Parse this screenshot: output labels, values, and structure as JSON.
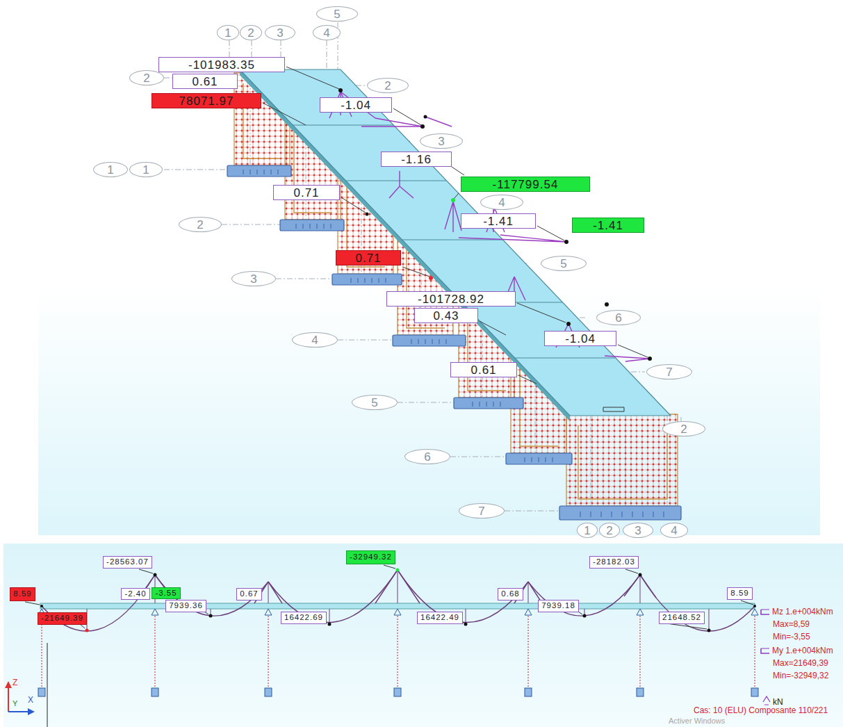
{
  "diagram": {
    "nodes": [
      {
        "text": [
          "5"
        ]
      },
      {
        "text": [
          "1"
        ]
      },
      {
        "text": [
          "2"
        ]
      },
      {
        "text": [
          "3"
        ]
      },
      {
        "text": [
          "4"
        ]
      },
      {
        "text": [
          "-101983.35"
        ]
      },
      {
        "text": [
          "2"
        ]
      },
      {
        "text": [
          "0.61"
        ]
      },
      {
        "text": [
          "2"
        ]
      },
      {
        "text": [
          "78071.97"
        ]
      },
      {
        "text": [
          "-1.04"
        ]
      },
      {
        "text": [
          "3"
        ]
      },
      {
        "text": [
          "-1.16"
        ]
      },
      {
        "text": [
          "1"
        ]
      },
      {
        "text": [
          "1"
        ]
      },
      {
        "text": [
          "-117799.54"
        ]
      },
      {
        "text": [
          "0.71"
        ]
      },
      {
        "text": [
          "4"
        ]
      },
      {
        "text": [
          "-1.41"
        ]
      },
      {
        "text": [
          "2"
        ]
      },
      {
        "text": [
          "-1.41"
        ]
      },
      {
        "text": [
          "0.71"
        ]
      },
      {
        "text": [
          "5"
        ]
      },
      {
        "text": [
          "3"
        ]
      },
      {
        "text": [
          "-101728.92"
        ]
      },
      {
        "text": [
          "0.43"
        ]
      },
      {
        "text": [
          "6"
        ]
      },
      {
        "text": [
          "-1.04"
        ]
      },
      {
        "text": [
          "4"
        ]
      },
      {
        "text": [
          "0.61"
        ]
      },
      {
        "text": [
          "7"
        ]
      },
      {
        "text": [
          "5"
        ]
      },
      {
        "text": [
          "2"
        ]
      },
      {
        "text": [
          "6"
        ]
      },
      {
        "text": [
          "7"
        ]
      },
      {
        "text": [
          "1"
        ]
      },
      {
        "text": [
          "2"
        ]
      },
      {
        "text": [
          "3"
        ]
      },
      {
        "text": [
          "4"
        ]
      },
      {
        "text": [
          "-32949.32"
        ]
      },
      {
        "text": [
          "-28563.07"
        ]
      },
      {
        "text": [
          "-28182.03"
        ]
      },
      {
        "text": [
          "8.59"
        ]
      },
      {
        "text": [
          "-2.40"
        ]
      },
      {
        "text": [
          "-3.55"
        ]
      },
      {
        "text": [
          "0.67"
        ]
      },
      {
        "text": [
          "0.68"
        ]
      },
      {
        "text": [
          "8.59"
        ]
      },
      {
        "text": [
          "7939.36"
        ]
      },
      {
        "text": [
          "7939.18"
        ]
      },
      {
        "text": [
          "16422.69"
        ]
      },
      {
        "text": [
          "16422.49"
        ]
      },
      {
        "text": [
          "21648.52"
        ]
      },
      {
        "text": [
          "-21649.39"
        ]
      }
    ],
    "labels": [
      "Max=8,59",
      "Min=-3,55",
      "Max=21649,39",
      "Min=-32949,32",
      "kN",
      "Cas: 10 (ELU) Composante 110/221",
      "Z",
      "Y",
      "X",
      "Activer Windows"
    ],
    "legend": [
      {
        "text": "Mz 1.e+004kNm"
      },
      {
        "text": "My 1.e+004kNm"
      }
    ]
  }
}
